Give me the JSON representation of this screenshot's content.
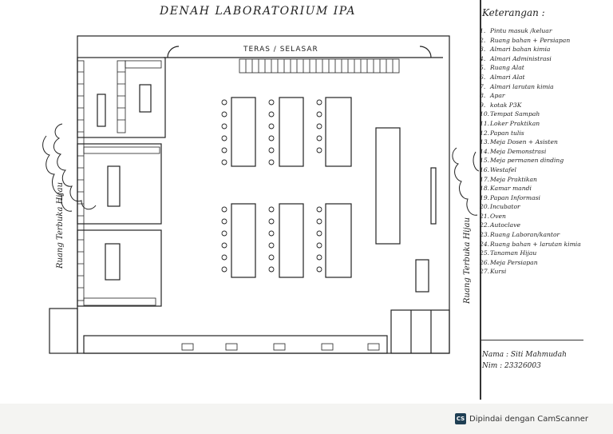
{
  "title": "DENAH LABORATORIUM IPA",
  "plan": {
    "terrace": "TERAS / SELASAR",
    "green_left": "Ruang Terbuka Hijau",
    "green_right": "Ruang Terbuka Hijau"
  },
  "legend": {
    "title": "Keterangan :",
    "items": [
      {
        "num": "1.",
        "text": "Pintu masuk /keluar"
      },
      {
        "num": "2.",
        "text": "Ruang bahan + Persiapan"
      },
      {
        "num": "3.",
        "text": "Almari bahan kimia"
      },
      {
        "num": "4.",
        "text": "Almari Administrasi"
      },
      {
        "num": "5.",
        "text": "Ruang Alat"
      },
      {
        "num": "6.",
        "text": "Almari Alat"
      },
      {
        "num": "7.",
        "text": "Almari larutan kimia"
      },
      {
        "num": "8.",
        "text": "Apar"
      },
      {
        "num": "9.",
        "text": "kotak P3K"
      },
      {
        "num": "10.",
        "text": "Tempat Sampah"
      },
      {
        "num": "11.",
        "text": "Loker Praktikan"
      },
      {
        "num": "12.",
        "text": "Papan tulis"
      },
      {
        "num": "13.",
        "text": "Meja Dosen + Asisten"
      },
      {
        "num": "14.",
        "text": "Meja Demonstrasi"
      },
      {
        "num": "15.",
        "text": "Meja permanen dinding"
      },
      {
        "num": "16.",
        "text": "Westafel"
      },
      {
        "num": "17.",
        "text": "Meja Praktikan"
      },
      {
        "num": "18.",
        "text": "Kamar mandi"
      },
      {
        "num": "19.",
        "text": "Papan Informasi"
      },
      {
        "num": "20.",
        "text": "Incubator"
      },
      {
        "num": "21.",
        "text": "Oven"
      },
      {
        "num": "22.",
        "text": "Autoclave"
      },
      {
        "num": "23.",
        "text": "Ruang Laboran/kantor"
      },
      {
        "num": "24.",
        "text": "Ruang bahan + larutan kimia"
      },
      {
        "num": "25.",
        "text": "Tanaman Hijau"
      },
      {
        "num": "26.",
        "text": "Meja Persiapan"
      },
      {
        "num": "27.",
        "text": "Kursi"
      }
    ],
    "name": "Nama : Siti Mahmudah",
    "nim": "Nim  : 23326003"
  },
  "footer": {
    "logo": "CS",
    "text": "Dipindai dengan CamScanner"
  }
}
